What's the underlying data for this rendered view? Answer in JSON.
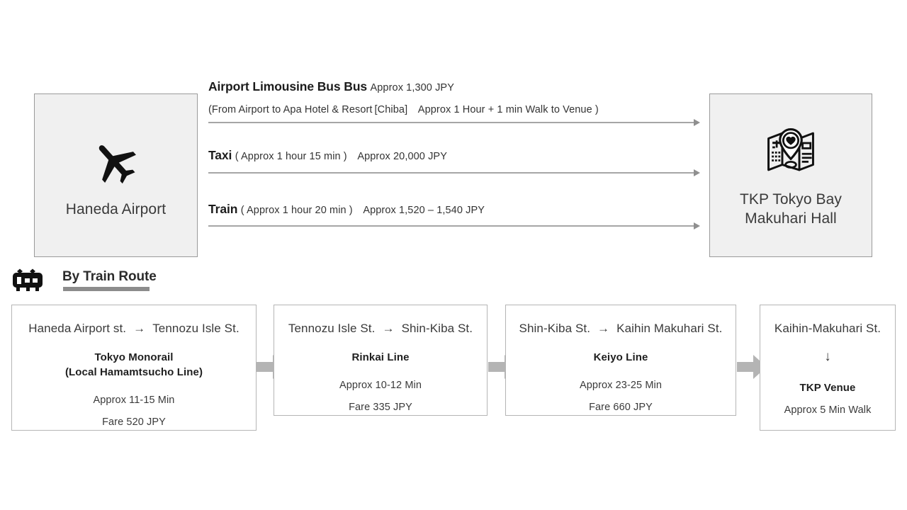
{
  "endpoints": {
    "origin": {
      "label": "Haneda Airport",
      "icon": "airplane-icon"
    },
    "destination": {
      "label_line1": "TKP Tokyo Bay",
      "label_line2": "Makuhari Hall",
      "icon": "map-location-pin-icon"
    }
  },
  "transport_options": [
    {
      "mode": "Airport Limousine Bus Bus",
      "detail": "Approx 1,300 JPY",
      "sub": "(From Airport to Apa Hotel & Resort [Chiba] Approx 1 Hour + 1 min Walk to Venue )"
    },
    {
      "mode": "Taxi",
      "detail": "( Approx 1 hour 15 min ) Approx 20,000 JPY",
      "sub": ""
    },
    {
      "mode": "Train",
      "detail": "( Approx 1 hour 20 min ) Approx 1,520 – 1,540 JPY",
      "sub": ""
    }
  ],
  "train_section": {
    "title": "By Train Route",
    "icon": "train-front-icon"
  },
  "route_steps": [
    {
      "from": "Haneda Airport st.",
      "arrow": "→",
      "to": "Tennozu Isle St.",
      "line_name": "Tokyo Monorail",
      "line_name_2": "(Local Hamamtsucho Line)",
      "time": "Approx 11-15 Min",
      "fare": "Fare 520 JPY"
    },
    {
      "from": "Tennozu Isle St.",
      "arrow": "→",
      "to": "Shin-Kiba St.",
      "line_name": "Rinkai Line",
      "line_name_2": "",
      "time": "Approx 10-12 Min",
      "fare": "Fare 335 JPY"
    },
    {
      "from": "Shin-Kiba St.",
      "arrow": "→",
      "to": "Kaihin Makuhari St.",
      "line_name": "Keiyo Line",
      "line_name_2": "",
      "time": "Approx 23-25 Min",
      "fare": "Fare 660 JPY"
    },
    {
      "from": "Kaihin-Makuhari St.",
      "down_arrow": "↓",
      "venue": "TKP Venue",
      "walk": "Approx 5 Min Walk"
    }
  ],
  "colors": {
    "box_fill": "#f0f0f0",
    "box_border": "#9a9a9a",
    "route_border": "#b5b5b5",
    "arrow_gray": "#b4b4b4",
    "line_gray": "#a6a6a6",
    "underline_gray": "#8c8c8c",
    "text": "#2b2b2b",
    "page_background": "#ffffff"
  }
}
